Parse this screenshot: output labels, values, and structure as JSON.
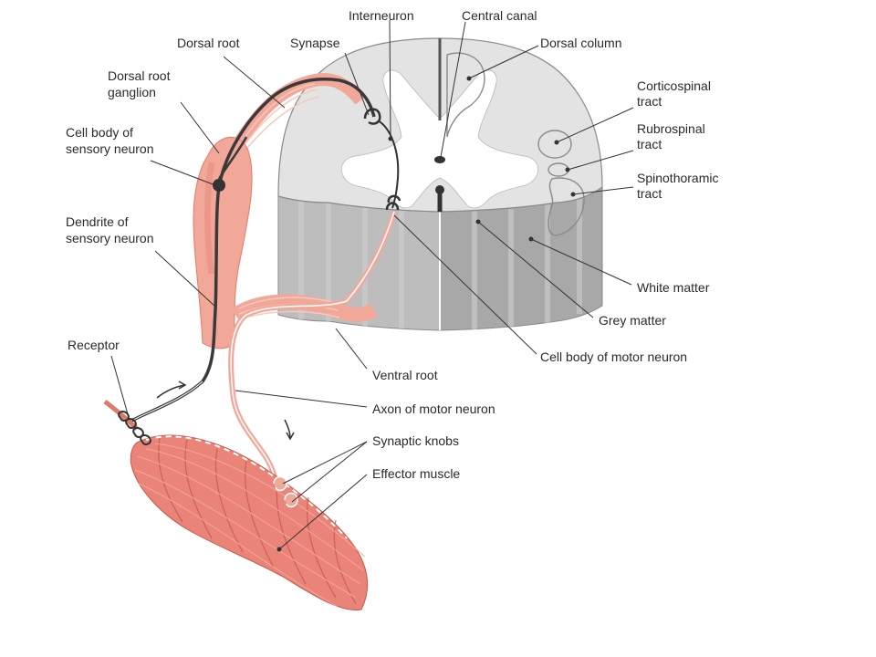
{
  "colors": {
    "white_matter": "#e4e4e4",
    "grey_matter": "#ffffff",
    "cord_side": "#b9b9b9",
    "cord_side_dark": "#9e9e9e",
    "nerve_pink": "#f2a899",
    "nerve_pink_dark": "#e07b6a",
    "muscle": "#ea8478",
    "muscle_dark": "#c8564b",
    "sensory_neuron": "#3a3a3a",
    "label_text": "#2a2a2a"
  },
  "labels": {
    "interneuron": "Interneuron",
    "central_canal": "Central canal",
    "dorsal_root": "Dorsal root",
    "synapse": "Synapse",
    "dorsal_column": "Dorsal column",
    "dorsal_root_ganglion_1": "Dorsal root",
    "dorsal_root_ganglion_2": "ganglion",
    "corticospinal_1": "Corticospinal",
    "corticospinal_2": "tract",
    "cell_body_sensory_1": "Cell body of",
    "cell_body_sensory_2": "sensory neuron",
    "rubrospinal_1": "Rubrospinal",
    "rubrospinal_2": "tract",
    "spinothoramic_1": "Spinothoramic",
    "spinothoramic_2": "tract",
    "dendrite_1": "Dendrite of",
    "dendrite_2": "sensory neuron",
    "white_matter": "White matter",
    "grey_matter": "Grey matter",
    "receptor": "Receptor",
    "cell_body_motor": "Cell body of motor neuron",
    "ventral_root": "Ventral root",
    "axon_motor": "Axon of motor neuron",
    "synaptic_knobs": "Synaptic knobs",
    "effector_muscle": "Effector muscle"
  }
}
